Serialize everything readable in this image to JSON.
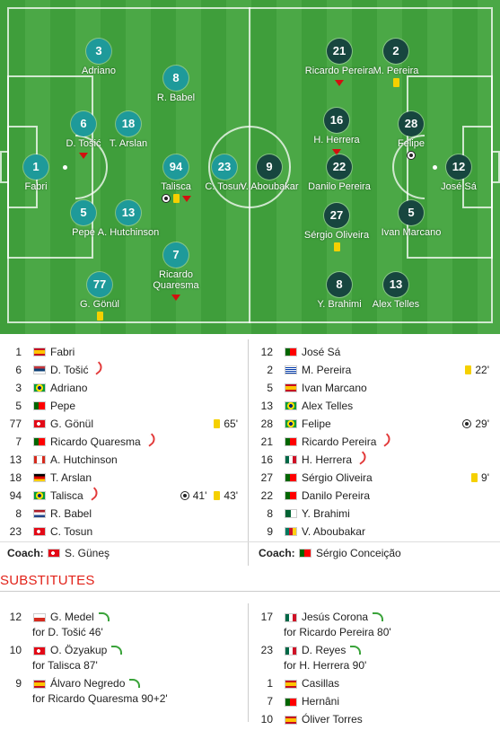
{
  "colors": {
    "home_circle": "#1e9a9a",
    "away_circle": "#17463f",
    "pitch": "#4ba846",
    "red_card_arrow": "#d21010",
    "yellow_card": "#f5d000",
    "substitutes_title": "#e2231a"
  },
  "pitch": {
    "home": [
      {
        "num": "3",
        "name": "Adriano",
        "events": []
      },
      {
        "num": "8",
        "name": "R. Babel",
        "events": []
      },
      {
        "num": "6",
        "name": "D. Tošić",
        "events": [
          "sub-out"
        ]
      },
      {
        "num": "18",
        "name": "T. Arslan",
        "events": []
      },
      {
        "num": "1",
        "name": "Fabri",
        "events": []
      },
      {
        "num": "94",
        "name": "Talisca",
        "events": [
          "goal",
          "yellow",
          "sub-out"
        ]
      },
      {
        "num": "5",
        "name": "Pepe",
        "events": []
      },
      {
        "num": "13",
        "name": "A. Hutchinson",
        "events": []
      },
      {
        "num": "7",
        "name": "Ricardo Quaresma",
        "events": [
          "sub-out"
        ]
      },
      {
        "num": "77",
        "name": "G. Gönül",
        "events": [
          "yellow"
        ]
      },
      {
        "num": "23",
        "name": "C. Tosun",
        "events": []
      }
    ],
    "away": [
      {
        "num": "21",
        "name": "Ricardo Pereira",
        "events": [
          "sub-out"
        ]
      },
      {
        "num": "2",
        "name": "M. Pereira",
        "events": [
          "yellow"
        ]
      },
      {
        "num": "16",
        "name": "H. Herrera",
        "events": [
          "sub-out"
        ]
      },
      {
        "num": "28",
        "name": "Felipe",
        "events": [
          "goal"
        ]
      },
      {
        "num": "9",
        "name": "V. Aboubakar",
        "events": []
      },
      {
        "num": "22",
        "name": "Danilo Pereira",
        "events": []
      },
      {
        "num": "12",
        "name": "José Sá",
        "events": []
      },
      {
        "num": "27",
        "name": "Sérgio Oliveira",
        "events": [
          "yellow"
        ]
      },
      {
        "num": "5",
        "name": "Ivan Marcano",
        "events": []
      },
      {
        "num": "8",
        "name": "Y. Brahimi",
        "events": []
      },
      {
        "num": "13",
        "name": "Alex Telles",
        "events": []
      }
    ]
  },
  "home_lineup": [
    {
      "num": "1",
      "flag": "spain",
      "name": "Fabri",
      "sub": false,
      "events": []
    },
    {
      "num": "6",
      "flag": "serbia",
      "name": "D. Tošić",
      "sub": true,
      "events": []
    },
    {
      "num": "3",
      "flag": "brazil",
      "name": "Adriano",
      "sub": false,
      "events": []
    },
    {
      "num": "5",
      "flag": "portugal",
      "name": "Pepe",
      "sub": false,
      "events": []
    },
    {
      "num": "77",
      "flag": "turkey",
      "name": "G. Gönül",
      "sub": false,
      "events": [
        {
          "type": "yellow",
          "min": "65'"
        }
      ]
    },
    {
      "num": "7",
      "flag": "portugal",
      "name": "Ricardo Quaresma",
      "sub": true,
      "events": []
    },
    {
      "num": "13",
      "flag": "canada",
      "name": "A. Hutchinson",
      "sub": false,
      "events": []
    },
    {
      "num": "18",
      "flag": "germany",
      "name": "T. Arslan",
      "sub": false,
      "events": []
    },
    {
      "num": "94",
      "flag": "brazil",
      "name": "Talisca",
      "sub": true,
      "events": [
        {
          "type": "goal",
          "min": "41'"
        },
        {
          "type": "yellow",
          "min": "43'"
        }
      ]
    },
    {
      "num": "8",
      "flag": "netherlands",
      "name": "R. Babel",
      "sub": false,
      "events": []
    },
    {
      "num": "23",
      "flag": "turkey",
      "name": "C. Tosun",
      "sub": false,
      "events": []
    }
  ],
  "away_lineup": [
    {
      "num": "12",
      "flag": "portugal",
      "name": "José Sá",
      "sub": false,
      "events": []
    },
    {
      "num": "2",
      "flag": "uruguay",
      "name": "M. Pereira",
      "sub": false,
      "events": [
        {
          "type": "yellow",
          "min": "22'"
        }
      ]
    },
    {
      "num": "5",
      "flag": "spain",
      "name": "Ivan Marcano",
      "sub": false,
      "events": []
    },
    {
      "num": "13",
      "flag": "brazil",
      "name": "Alex Telles",
      "sub": false,
      "events": []
    },
    {
      "num": "28",
      "flag": "brazil",
      "name": "Felipe",
      "sub": false,
      "events": [
        {
          "type": "goal",
          "min": "29'"
        }
      ]
    },
    {
      "num": "21",
      "flag": "portugal",
      "name": "Ricardo Pereira",
      "sub": true,
      "events": []
    },
    {
      "num": "16",
      "flag": "mexico",
      "name": "H. Herrera",
      "sub": true,
      "events": []
    },
    {
      "num": "27",
      "flag": "portugal",
      "name": "Sérgio Oliveira",
      "sub": false,
      "events": [
        {
          "type": "yellow",
          "min": "9'"
        }
      ]
    },
    {
      "num": "22",
      "flag": "portugal",
      "name": "Danilo Pereira",
      "sub": false,
      "events": []
    },
    {
      "num": "8",
      "flag": "algeria",
      "name": "Y. Brahimi",
      "sub": false,
      "events": []
    },
    {
      "num": "9",
      "flag": "cameroon",
      "name": "V. Aboubakar",
      "sub": false,
      "events": []
    }
  ],
  "coaches": {
    "label": "Coach:",
    "home": {
      "flag": "turkey",
      "name": "S. Güneş"
    },
    "away": {
      "flag": "portugal",
      "name": "Sérgio Conceição"
    }
  },
  "substitutes_title": "SUBSTITUTES",
  "home_subs": [
    {
      "num": "12",
      "flag": "chile",
      "name": "G. Medel",
      "arrow": true,
      "for_text": "for D. Tošić 46'"
    },
    {
      "num": "10",
      "flag": "turkey",
      "name": "O. Özyakup",
      "arrow": true,
      "for_text": "for Talisca 87'"
    },
    {
      "num": "9",
      "flag": "spain",
      "name": "Álvaro Negredo",
      "arrow": true,
      "for_text": "for Ricardo Quaresma 90+2'"
    }
  ],
  "away_subs": [
    {
      "num": "17",
      "flag": "mexico",
      "name": "Jesús Corona",
      "arrow": true,
      "for_text": "for Ricardo Pereira 80'"
    },
    {
      "num": "23",
      "flag": "mexico",
      "name": "D. Reyes",
      "arrow": true,
      "for_text": "for H. Herrera 90'"
    },
    {
      "num": "1",
      "flag": "spain",
      "name": "Casillas",
      "arrow": false,
      "for_text": ""
    },
    {
      "num": "7",
      "flag": "portugal",
      "name": "Hernâni",
      "arrow": false,
      "for_text": ""
    },
    {
      "num": "10",
      "flag": "spain",
      "name": "Óliver Torres",
      "arrow": false,
      "for_text": ""
    }
  ]
}
